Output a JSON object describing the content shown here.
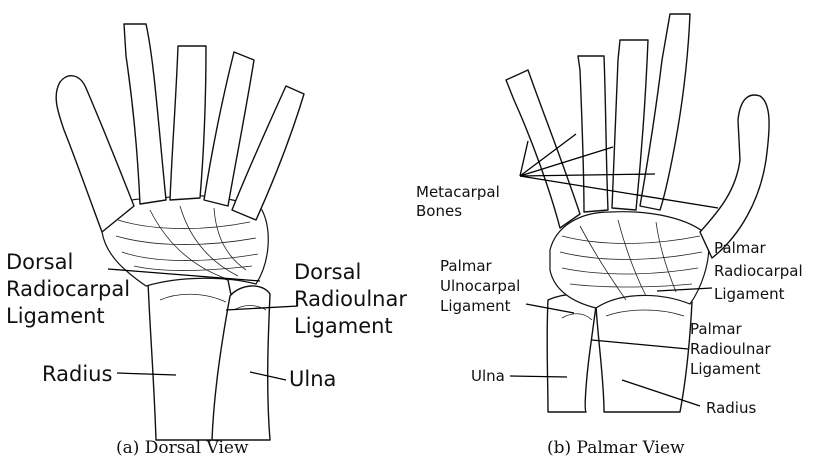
{
  "panels": [
    {
      "caption": "(a) Dorsal View",
      "labels": {
        "dorsal_radiocarpal": [
          "Dorsal",
          "Radiocarpal",
          "Ligament"
        ],
        "dorsal_radioulnar": [
          "Dorsal",
          "Radioulnar",
          "Ligament"
        ],
        "radius": "Radius",
        "ulna": "Ulna"
      }
    },
    {
      "caption": "(b) Palmar View",
      "labels": {
        "metacarpal": [
          "Metacarpal",
          "Bones"
        ],
        "palmar_ulnocarpal": [
          "Palmar",
          "Ulnocarpal",
          "Ligament"
        ],
        "palmar_radiocarpal": [
          "Palmar",
          "Radiocarpal",
          "Ligament"
        ],
        "palmar_radioulnar": [
          "Palmar",
          "Radioulnar",
          "Ligament"
        ],
        "ulna": "Ulna",
        "radius": "Radius"
      }
    }
  ]
}
